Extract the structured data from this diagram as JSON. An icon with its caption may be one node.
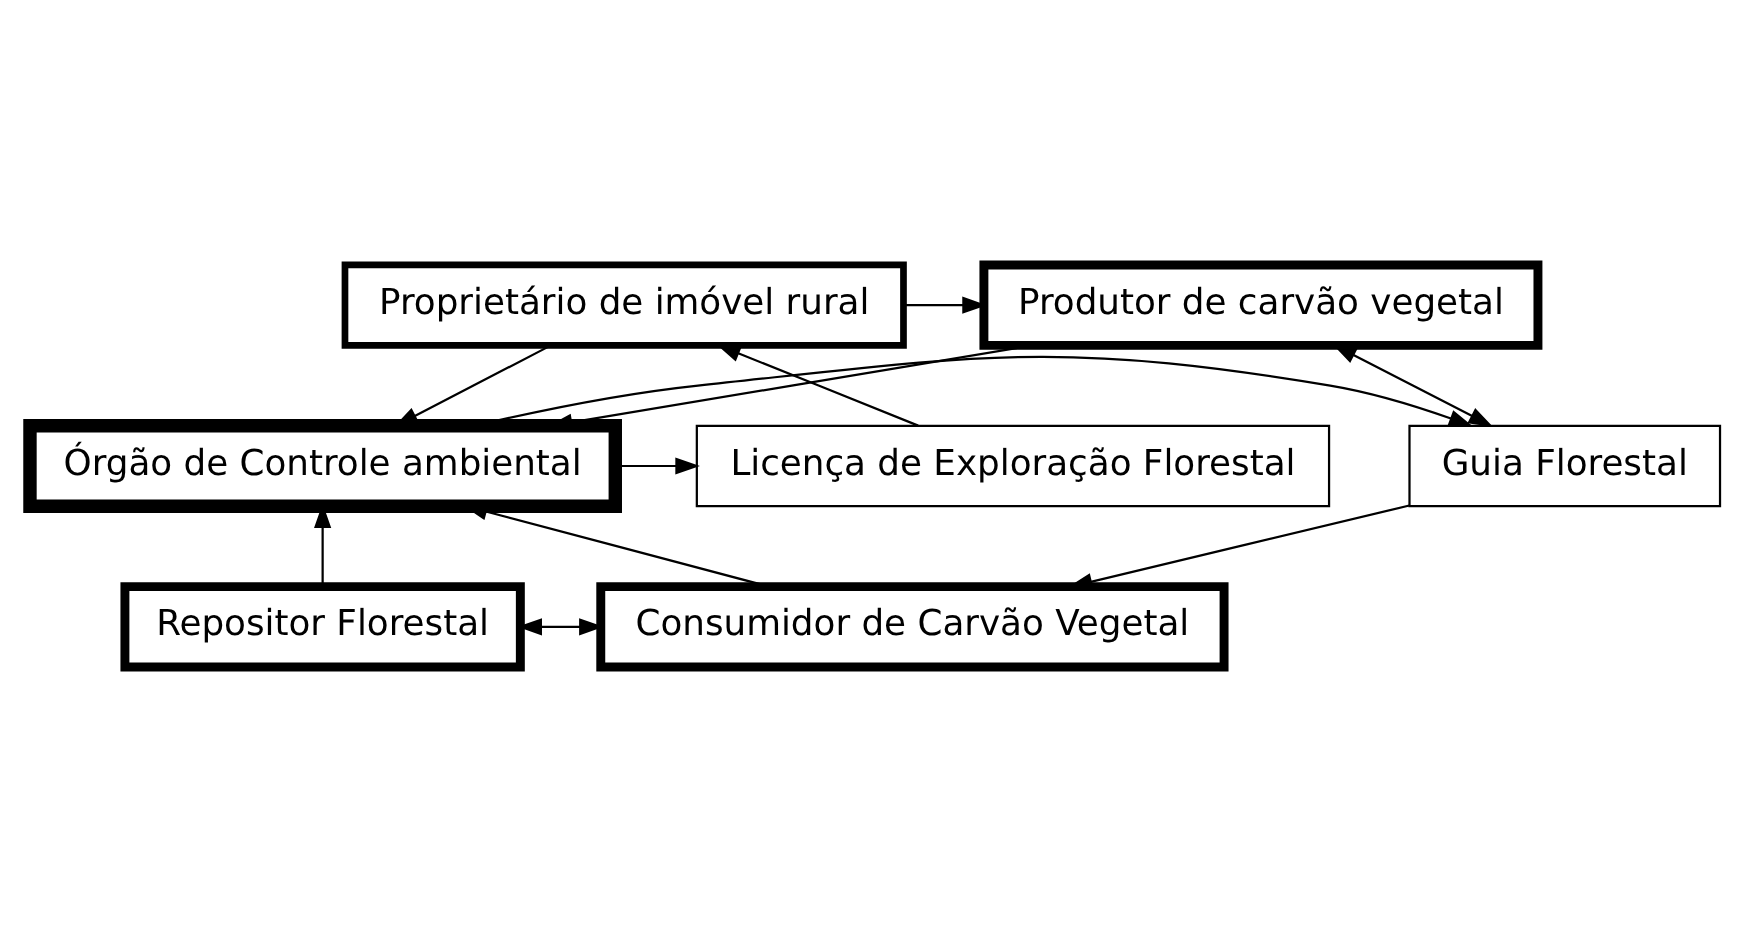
{
  "diagram": {
    "nodes": [
      {
        "text": [
          "Proprietário de imóvel rural"
        ]
      },
      {
        "text": [
          "Produtor de carvão vegetal"
        ]
      },
      {
        "text": [
          "Licença de Exploração Florestal"
        ]
      },
      {
        "text": [
          "Órgão de Controle ambiental"
        ]
      },
      {
        "text": [
          "Guia Florestal"
        ]
      },
      {
        "text": [
          "Repositor Florestal"
        ]
      },
      {
        "text": [
          "Consumidor de Carvão Vegetal"
        ]
      }
    ],
    "edges": [
      {
        "from": 2,
        "to": 0,
        "arrow": "to"
      },
      {
        "from": 0,
        "to": 1,
        "arrow": "to"
      },
      {
        "from": 0,
        "to": 3,
        "arrow": "to"
      },
      {
        "from": 1,
        "to": 3,
        "arrow": "to"
      },
      {
        "from": 1,
        "to": 4,
        "arrow": "both"
      },
      {
        "from": 3,
        "to": 2,
        "arrow": "to"
      },
      {
        "from": 3,
        "to": 4,
        "arrow": "to"
      },
      {
        "from": 5,
        "to": 3,
        "arrow": "to"
      },
      {
        "from": 6,
        "to": 3,
        "arrow": "to"
      },
      {
        "from": 5,
        "to": 6,
        "arrow": "both"
      },
      {
        "from": 4,
        "to": 6,
        "arrow": "to"
      }
    ]
  }
}
